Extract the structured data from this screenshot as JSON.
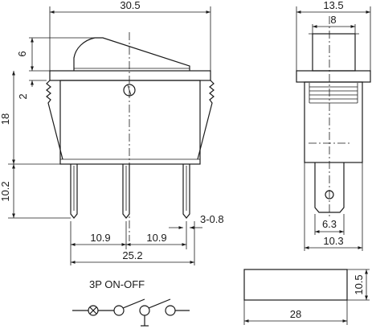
{
  "front_view": {
    "width_label": "30.5",
    "rocker_height_label": "6",
    "flange_label": "2",
    "body_height_label": "18",
    "pin_length_label": "10.2",
    "pin_pitch_left_label": "10.9",
    "pin_pitch_right_label": "10.9",
    "pin_span_label": "25.2",
    "pin_thickness_label": "3-0.8"
  },
  "side_view": {
    "width_label": "13.5",
    "rocker_width_label": "8",
    "pin_width_label": "6.3",
    "body_width_label": "10.3"
  },
  "panel_cutout": {
    "width_label": "28",
    "height_label": "10.5"
  },
  "circuit": {
    "title": "3P  ON-OFF"
  }
}
